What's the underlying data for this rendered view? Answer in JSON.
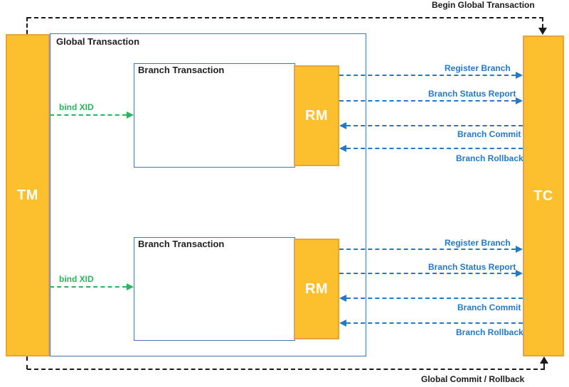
{
  "diagram": {
    "tm": {
      "label": "TM"
    },
    "tc": {
      "label": "TC"
    },
    "global_box": {
      "label": "Global Transaction"
    },
    "top_flow": {
      "label": "Begin Global Transaction"
    },
    "bottom_flow": {
      "label": "Global Commit / Rollback"
    },
    "branches": [
      {
        "box_label": "Branch Transaction",
        "rm_label": "RM",
        "bind_label": "bind XID",
        "messages": [
          {
            "label": "Register Branch",
            "direction": "to-tc"
          },
          {
            "label": "Branch Status Report",
            "direction": "to-tc"
          },
          {
            "label": "Branch Commit",
            "direction": "to-rm"
          },
          {
            "label": "Branch Rollback",
            "direction": "to-rm"
          }
        ]
      },
      {
        "box_label": "Branch Transaction",
        "rm_label": "RM",
        "bind_label": "bind XID",
        "messages": [
          {
            "label": "Register Branch",
            "direction": "to-tc"
          },
          {
            "label": "Branch Status Report",
            "direction": "to-tc"
          },
          {
            "label": "Branch Commit",
            "direction": "to-rm"
          },
          {
            "label": "Branch Rollback",
            "direction": "to-rm"
          }
        ]
      }
    ],
    "colors": {
      "node_fill": "#FCBF2D",
      "node_border": "#E8A33D",
      "container_border": "#4A72B8",
      "message_blue": "#2478C8",
      "bind_green": "#2BB45C",
      "flow_black": "#1A1A1A"
    }
  }
}
